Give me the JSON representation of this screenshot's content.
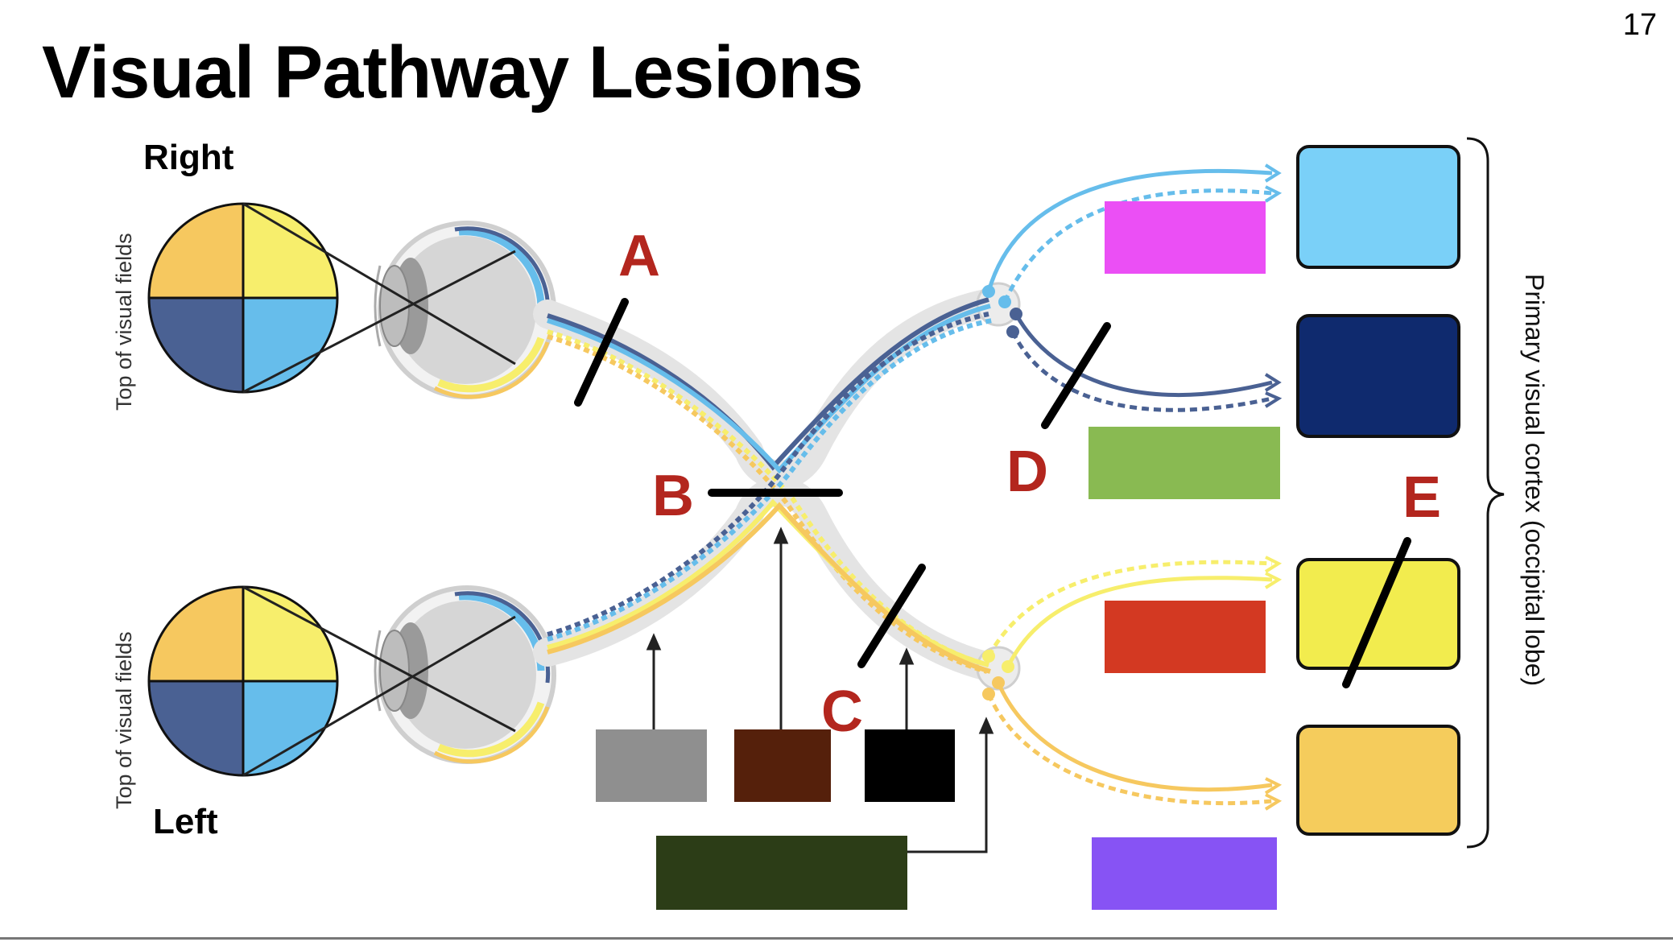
{
  "slide": {
    "title": "Visual Pathway Lesions",
    "page_number": "17"
  },
  "eyes": {
    "right_label": "Right",
    "left_label": "Left",
    "field_axis_label": "Top of visual fields"
  },
  "lesions": {
    "a": "A",
    "b": "B",
    "c": "C",
    "d": "D",
    "e": "E"
  },
  "cortex_label": "Primary visual cortex (occipital lobe)",
  "colors": {
    "upper_temporal_orange": "#F6C85F",
    "upper_nasal_yellow": "#F7EE6C",
    "lower_temporal_navy": "#4A6193",
    "lower_nasal_skyblue": "#66BDEB",
    "cortex_sky": "#7AD0F8",
    "cortex_navy": "#0F2A6E",
    "cortex_yellow": "#F2EC4E",
    "cortex_orange": "#F5CC5C",
    "lesion_letter": "#B3261E"
  },
  "redaction_boxes": [
    {
      "id": "magenta-box",
      "color": "#EB4FF5"
    },
    {
      "id": "green-box",
      "color": "#89BA52"
    },
    {
      "id": "red-box",
      "color": "#D33922"
    },
    {
      "id": "purple-box",
      "color": "#8753F4"
    },
    {
      "id": "gray-box",
      "color": "#8F8F8F"
    },
    {
      "id": "brown-box",
      "color": "#55200B"
    },
    {
      "id": "black-box",
      "color": "#000000"
    },
    {
      "id": "dark-green-box",
      "color": "#2C3D17"
    }
  ]
}
